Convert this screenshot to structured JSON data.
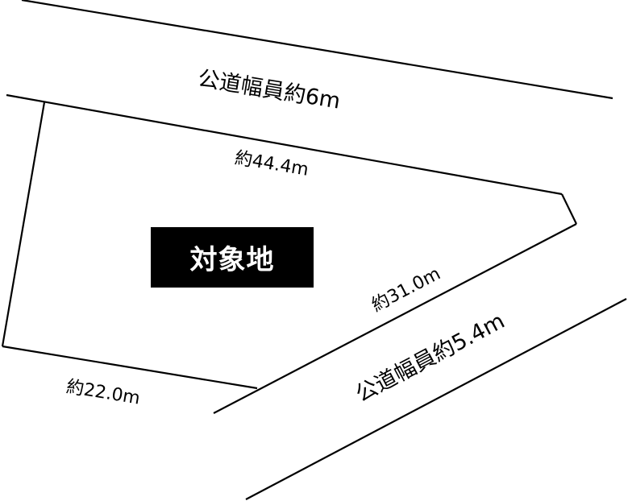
{
  "diagram": {
    "type": "land-plot-survey",
    "subject_label": "対象地",
    "roads": [
      {
        "id": "north-road",
        "label": "公道幅員約6m"
      },
      {
        "id": "southeast-road",
        "label": "公道幅員約5.4m"
      }
    ],
    "edges": [
      {
        "id": "north-edge",
        "label": "約44.4m"
      },
      {
        "id": "southeast-edge",
        "label": "約31.0m"
      },
      {
        "id": "south-edge",
        "label": "約22.0m"
      }
    ],
    "colors": {
      "line": "#000000",
      "background": "#ffffff",
      "subject_box": "#000000",
      "subject_text": "#ffffff"
    }
  }
}
